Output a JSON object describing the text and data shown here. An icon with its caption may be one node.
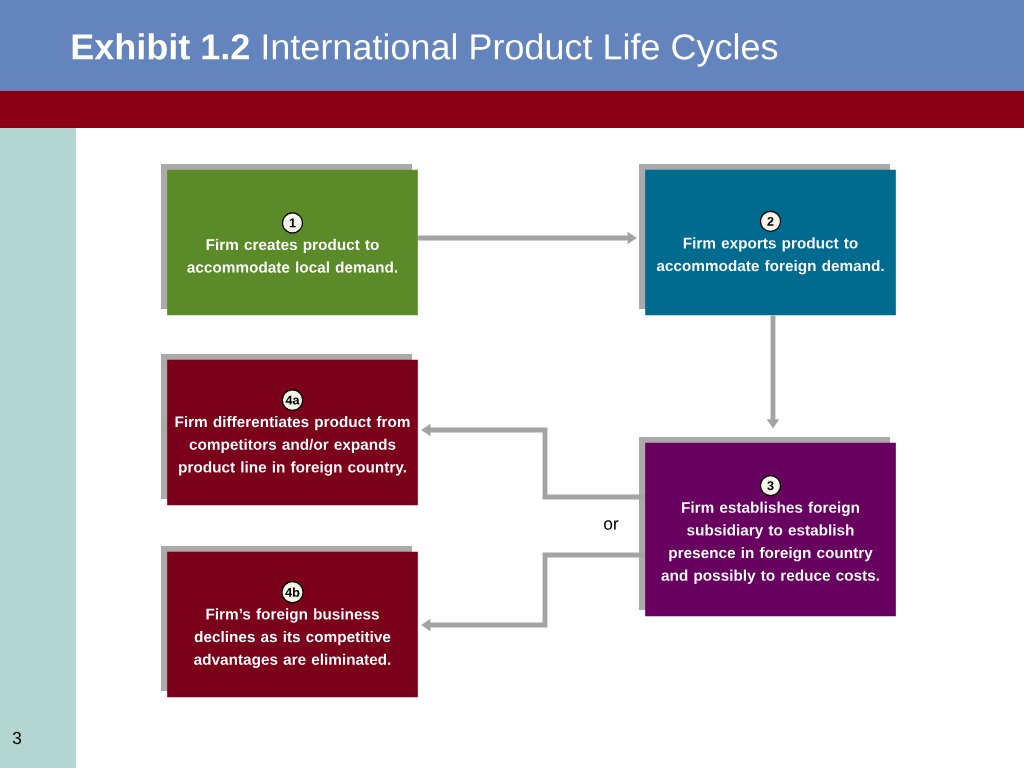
{
  "diagram": {
    "title": "**Exhibit 1.2** International Product Life Cycles",
    "nodes": [
      {
        "text": [
          "1",
          "Firm creates product to accommodate local demand."
        ]
      },
      {
        "text": [
          "2",
          "Firm exports product to accommodate foreign demand."
        ]
      },
      {
        "text": [
          "4a",
          "Firm differentiates product from competitors and/or expands product line in foreign country."
        ]
      },
      {
        "text": [
          "3",
          "Firm establishes foreign subsidiary to establish presence in foreign country and possibly to reduce costs."
        ]
      },
      {
        "text": [
          "4b",
          "Firm’s foreign business declines as its competitive advantages are eliminated."
        ]
      }
    ],
    "edges": [
      {
        "from": 0,
        "to": 1,
        "arrow": "to"
      },
      {
        "from": 1,
        "to": 3,
        "arrow": "to"
      },
      {
        "from": 3,
        "to": 2,
        "arrow": "to"
      },
      {
        "from": 3,
        "to": 4,
        "arrow": "to"
      }
    ],
    "labels": [
      "or",
      "3"
    ]
  }
}
